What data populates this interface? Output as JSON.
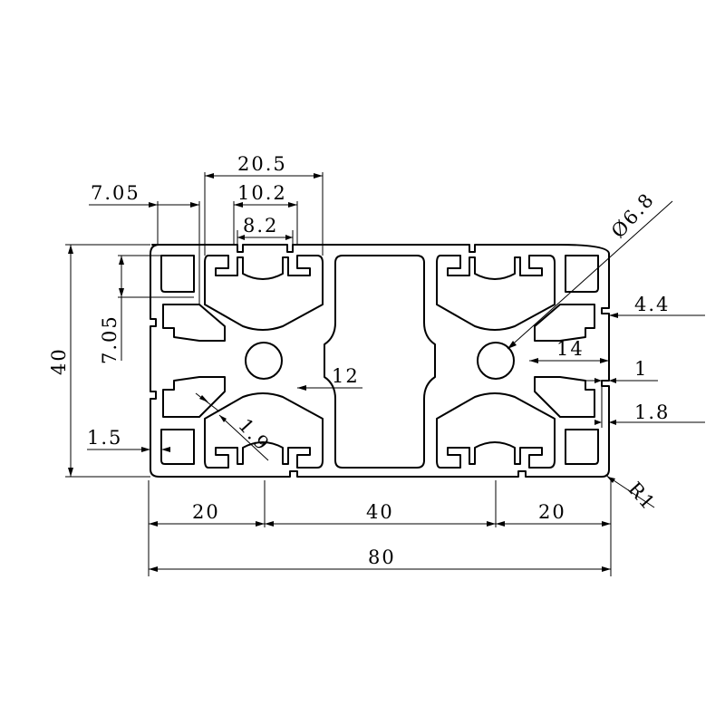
{
  "dimensions": {
    "slot_outer": "20.5",
    "slot_inner": "10.2",
    "slot_opening": "8.2",
    "top_flange_width": "7.05",
    "side_flange_height": "7.05",
    "overall_height": "40",
    "bore_diameter": "Ø6.8",
    "side_slot_depth": "4.4",
    "bore_offset": "14",
    "lip_thickness": "1",
    "lip_width": "1.8",
    "core_width": "12",
    "web_thickness": "1.9",
    "wall_thickness": "1.5",
    "corner_radius": "R1",
    "left_pitch": "20",
    "center_pitch": "40",
    "right_pitch": "20",
    "overall_width": "80"
  },
  "colors": {
    "line": "#000000",
    "background": "#ffffff"
  }
}
